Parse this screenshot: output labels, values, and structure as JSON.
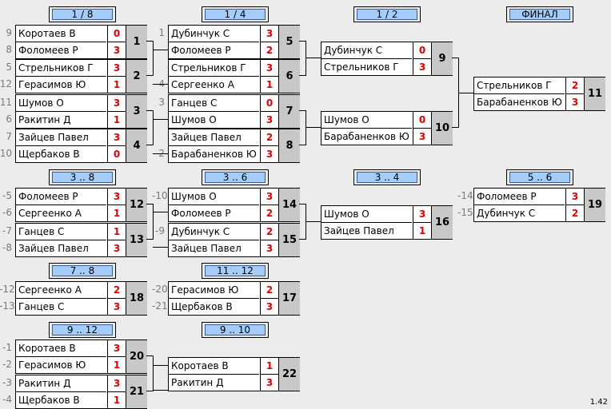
{
  "headers": [
    "1 / 8",
    "1 / 4",
    "1 / 2",
    "ФИНАЛ",
    "3 .. 8",
    "3 .. 6",
    "3 .. 4",
    "5 .. 6",
    "7 .. 8",
    "11 .. 12",
    "9 .. 12",
    "9 .. 10"
  ],
  "matches": [
    {
      "num": "1",
      "p1": "Коротаев В",
      "s1": "0",
      "p2": "Фоломеев Р",
      "s2": "3",
      "seed1": "9",
      "seed2": "8"
    },
    {
      "num": "2",
      "p1": "Стрельников Г",
      "s1": "3",
      "p2": "Герасимов Ю",
      "s2": "1",
      "seed1": "5",
      "seed2": "12"
    },
    {
      "num": "3",
      "p1": "Шумов О",
      "s1": "3",
      "p2": "Ракитин Д",
      "s2": "1",
      "seed1": "11",
      "seed2": "6"
    },
    {
      "num": "4",
      "p1": "Зайцев Павел",
      "s1": "3",
      "p2": "Щербаков В",
      "s2": "0",
      "seed1": "7",
      "seed2": "10"
    },
    {
      "num": "5",
      "p1": "Дубинчук С",
      "s1": "3",
      "p2": "Фоломеев Р",
      "s2": "2",
      "seed1": "1",
      "seed2": ""
    },
    {
      "num": "6",
      "p1": "Стрельников Г",
      "s1": "3",
      "p2": "Сергеенко А",
      "s2": "1",
      "seed1": "",
      "seed2": "4"
    },
    {
      "num": "7",
      "p1": "Ганцев С",
      "s1": "0",
      "p2": "Шумов О",
      "s2": "3",
      "seed1": "3",
      "seed2": ""
    },
    {
      "num": "8",
      "p1": "Зайцев Павел",
      "s1": "2",
      "p2": "Барабаненков Ю",
      "s2": "3",
      "seed1": "",
      "seed2": "2"
    },
    {
      "num": "9",
      "p1": "Дубинчук С",
      "s1": "0",
      "p2": "Стрельников Г",
      "s2": "3",
      "seed1": "",
      "seed2": ""
    },
    {
      "num": "10",
      "p1": "Шумов О",
      "s1": "0",
      "p2": "Барабаненков Ю",
      "s2": "3",
      "seed1": "",
      "seed2": ""
    },
    {
      "num": "11",
      "p1": "Стрельников Г",
      "s1": "2",
      "p2": "Барабаненков Ю",
      "s2": "3",
      "seed1": "",
      "seed2": ""
    },
    {
      "num": "12",
      "p1": "Фоломеев Р",
      "s1": "3",
      "p2": "Сергеенко А",
      "s2": "1",
      "seed1": "-5",
      "seed2": "-6"
    },
    {
      "num": "13",
      "p1": "Ганцев С",
      "s1": "1",
      "p2": "Зайцев Павел",
      "s2": "3",
      "seed1": "-7",
      "seed2": "-8"
    },
    {
      "num": "14",
      "p1": "Шумов О",
      "s1": "3",
      "p2": "Фоломеев Р",
      "s2": "2",
      "seed1": "-10",
      "seed2": ""
    },
    {
      "num": "15",
      "p1": "Дубинчук С",
      "s1": "2",
      "p2": "Зайцев Павел",
      "s2": "3",
      "seed1": "-9",
      "seed2": ""
    },
    {
      "num": "16",
      "p1": "Шумов О",
      "s1": "3",
      "p2": "Зайцев Павел",
      "s2": "1",
      "seed1": "",
      "seed2": ""
    },
    {
      "num": "19",
      "p1": "Фоломеев Р",
      "s1": "3",
      "p2": "Дубинчук С",
      "s2": "2",
      "seed1": "-14",
      "seed2": "-15"
    },
    {
      "num": "18",
      "p1": "Сергеенко А",
      "s1": "2",
      "p2": "Ганцев С",
      "s2": "3",
      "seed1": "-12",
      "seed2": "-13"
    },
    {
      "num": "17",
      "p1": "Герасимов Ю",
      "s1": "2",
      "p2": "Щербаков В",
      "s2": "3",
      "seed1": "-20",
      "seed2": "-21"
    },
    {
      "num": "20",
      "p1": "Коротаев В",
      "s1": "3",
      "p2": "Герасимов Ю",
      "s2": "1",
      "seed1": "-1",
      "seed2": "-2"
    },
    {
      "num": "21",
      "p1": "Ракитин Д",
      "s1": "3",
      "p2": "Щербаков В",
      "s2": "1",
      "seed1": "-3",
      "seed2": "-4"
    },
    {
      "num": "22",
      "p1": "Коротаев В",
      "s1": "1",
      "p2": "Ракитин Д",
      "s2": "3",
      "seed1": "",
      "seed2": ""
    }
  ],
  "version": "1.42"
}
